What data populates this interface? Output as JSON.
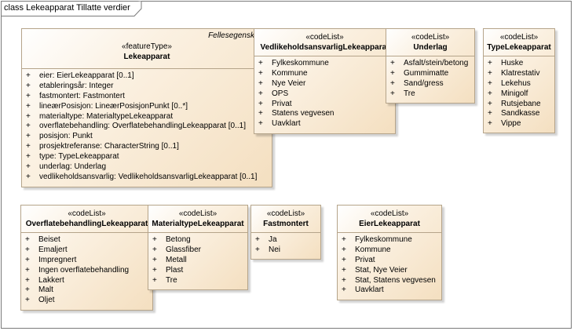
{
  "diagram": {
    "frame_title": "class Lekeapparat Tillatte verdier"
  },
  "classes": {
    "lekeapparat": {
      "package": "Fellesegenskaper",
      "stereotype": "«featureType»",
      "name": "Lekeapparat",
      "attributes": [
        "eier: EierLekeapparat [0..1]",
        "etableringsår: Integer",
        "fastmontert: Fastmontert",
        "lineærPosisjon: LineærPosisjonPunkt [0..*]",
        "materialtype: MaterialtypeLekeapparat",
        "overflatebehandling: OverflatebehandlingLekeapparat [0..1]",
        "posisjon: Punkt",
        "prosjektreferanse: CharacterString [0..1]",
        "type: TypeLekeapparat",
        "underlag: Underlag",
        "vedlikeholdsansvarlig: VedlikeholdsansvarligLekeapparat [0..1]"
      ]
    },
    "vedlikehold": {
      "stereotype": "«codeList»",
      "name": "VedlikeholdsansvarligLekeapparat",
      "values": [
        "Fylkeskommune",
        "Kommune",
        "Nye Veier",
        "OPS",
        "Privat",
        "Statens vegvesen",
        "Uavklart"
      ]
    },
    "underlag": {
      "stereotype": "«codeList»",
      "name": "Underlag",
      "values": [
        "Asfalt/stein/betong",
        "Gummimatte",
        "Sand/gress",
        "Tre"
      ]
    },
    "type": {
      "stereotype": "«codeList»",
      "name": "TypeLekeapparat",
      "values": [
        "Huske",
        "Klatrestativ",
        "Lekehus",
        "Minigolf",
        "Rutsjebane",
        "Sandkasse",
        "Vippe"
      ]
    },
    "overflate": {
      "stereotype": "«codeList»",
      "name": "OverflatebehandlingLekeapparat",
      "values": [
        "Beiset",
        "Emaljert",
        "Impregnert",
        "Ingen overflatebehandling",
        "Lakkert",
        "Malt",
        "Oljet"
      ]
    },
    "materialtype": {
      "stereotype": "«codeList»",
      "name": "MaterialtypeLekeapparat",
      "values": [
        "Betong",
        "Glassfiber",
        "Metall",
        "Plast",
        "Tre"
      ]
    },
    "fastmontert": {
      "stereotype": "«codeList»",
      "name": "Fastmontert",
      "values": [
        "Ja",
        "Nei"
      ]
    },
    "eier": {
      "stereotype": "«codeList»",
      "name": "EierLekeapparat",
      "values": [
        "Fylkeskommune",
        "Kommune",
        "Privat",
        "Stat, Nye Veier",
        "Stat, Statens vegvesen",
        "Uavklart"
      ]
    }
  },
  "symbols": {
    "visibility": "+"
  }
}
